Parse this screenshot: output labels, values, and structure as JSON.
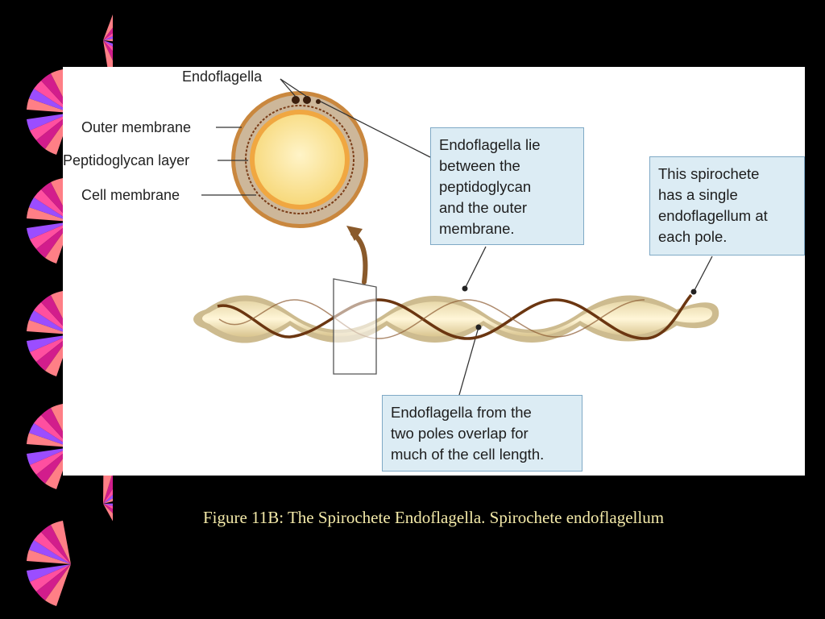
{
  "colors": {
    "background": "#000000",
    "panel": "#ffffff",
    "callout_fill": "#dcecf4",
    "callout_border": "#7fa9c6",
    "caption_text": "#f3e9a8",
    "outer_membrane": "#c9873e",
    "cell_interior": "#fbe6a6",
    "endoflagellum": "#6b3611",
    "arrow": "#8a5a2b",
    "fan_pink": "#ff4fa0",
    "fan_purple": "#9b4dff",
    "fan_magenta": "#d21d8c",
    "fan_salmon": "#ff7f86"
  },
  "cross_section": {
    "label_endoflagella": "Endoflagella",
    "label_outer_membrane": "Outer membrane",
    "label_peptidoglycan": "Peptidoglycan layer",
    "label_cell_membrane": "Cell membrane"
  },
  "callouts": {
    "between": [
      "Endoflagella lie",
      "between the",
      "peptidoglycan",
      "and the outer",
      "membrane."
    ],
    "single": [
      "This spirochete",
      "has a single",
      "endoflagellum at",
      "each pole."
    ],
    "overlap": [
      "Endoflagella from the",
      "two poles overlap for",
      "much of the cell length."
    ]
  },
  "caption": "Figure 11B: The Spirochete Endoflagella. Spirochete endoflagellum"
}
